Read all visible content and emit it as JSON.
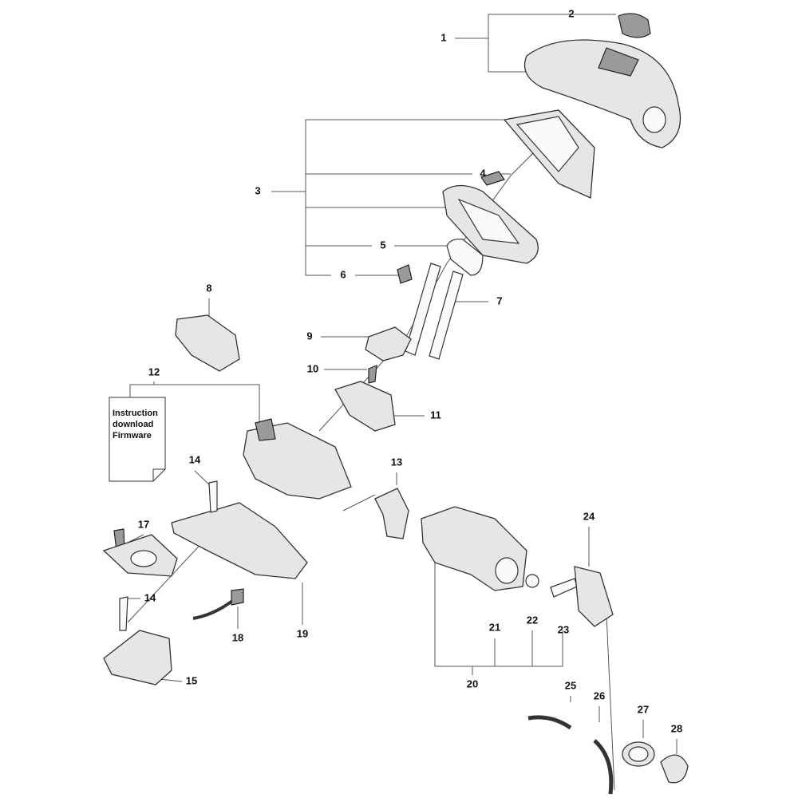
{
  "diagram": {
    "callouts": [
      "1",
      "2",
      "3",
      "4",
      "5",
      "6",
      "7",
      "8",
      "9",
      "10",
      "11",
      "12",
      "13",
      "14",
      "14",
      "15",
      "17",
      "18",
      "19",
      "20",
      "21",
      "22",
      "23",
      "24",
      "25",
      "26",
      "27",
      "28"
    ],
    "document_card": {
      "lines": [
        "Instruction",
        "download",
        "Firmware"
      ]
    }
  }
}
